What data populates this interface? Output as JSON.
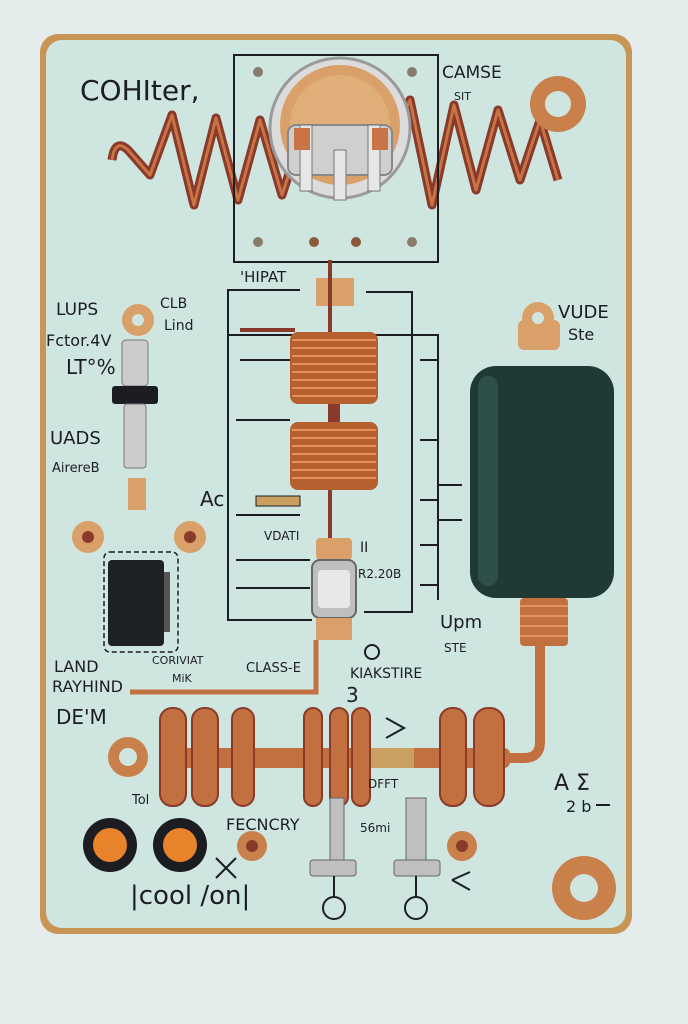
{
  "board": {
    "colors": {
      "board": "#cfe5df",
      "edge": "#c9904f",
      "copper": "#b86a38",
      "trace": "#8a3a2a",
      "ink": "#1b1d22",
      "capacitor": "#1f3a34"
    }
  },
  "labels": {
    "title": "COHIter,",
    "top_right": "CAMSE",
    "top_right_sub": "SIT",
    "hipat": "'HIPAT",
    "lups": "LUPS",
    "clb": "CLB",
    "lind": "Lind",
    "factor": "Fctor.4V",
    "lt": "LT°%",
    "uads": "UADS",
    "airereb": "AirereB",
    "ac": "Ac",
    "vude": "VUDE",
    "ste": "Ste",
    "vdati": "VDATI",
    "ii": "II",
    "r2": "R2.20B",
    "upm": "Upm",
    "ste2": "STE",
    "coriviat": "CORIVIAT",
    "mik": "MiK",
    "class_e": "CLASS-E",
    "kiakstire": "KIAKSTIRE",
    "land": "LAND",
    "rayhind": "RAYHIND",
    "dem": "DE'M",
    "three": "3",
    "dfft": "DFFT",
    "a_sigma": "A  Σ",
    "two_b": "2  b",
    "tol": "Tol",
    "fecncry": "FECNCRY",
    "fifty_six": "56mi",
    "cool_on": "|cool /on|"
  }
}
